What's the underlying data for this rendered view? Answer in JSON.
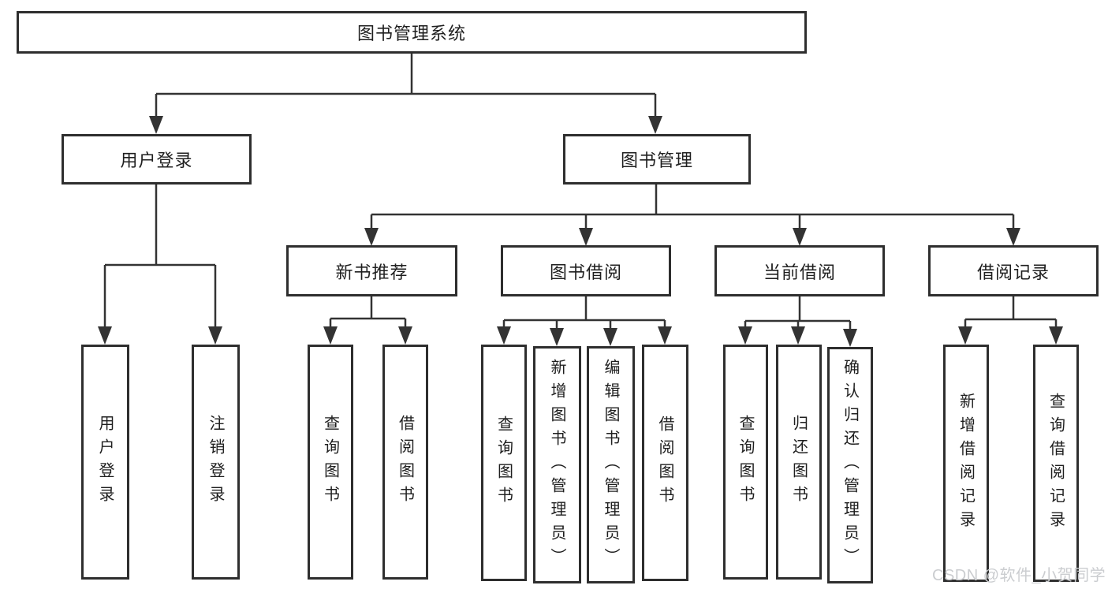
{
  "colors": {
    "line": "#333333",
    "box_border": "#2e2e2e",
    "text": "#1f1f1f",
    "watermark": "#cbcdd0",
    "background": "#ffffff"
  },
  "diagram": {
    "type": "hierarchy-tree",
    "root": "图书管理系统",
    "branches": [
      {
        "label": "用户登录",
        "children": [
          "用户登录",
          "注销登录"
        ]
      },
      {
        "label": "图书管理",
        "groups": [
          {
            "label": "新书推荐",
            "children": [
              "查询图书",
              "借阅图书"
            ]
          },
          {
            "label": "图书借阅",
            "children": [
              "查询图书",
              "新增图书（管理员）",
              "编辑图书（管理员）",
              "借阅图书"
            ]
          },
          {
            "label": "当前借阅",
            "children": [
              "查询图书",
              "归还图书",
              "确认归还（管理员）"
            ]
          },
          {
            "label": "借阅记录",
            "children": [
              "新增借阅记录",
              "查询借阅记录"
            ]
          }
        ]
      }
    ]
  },
  "watermark": "CSDN @软件_小贺同学"
}
